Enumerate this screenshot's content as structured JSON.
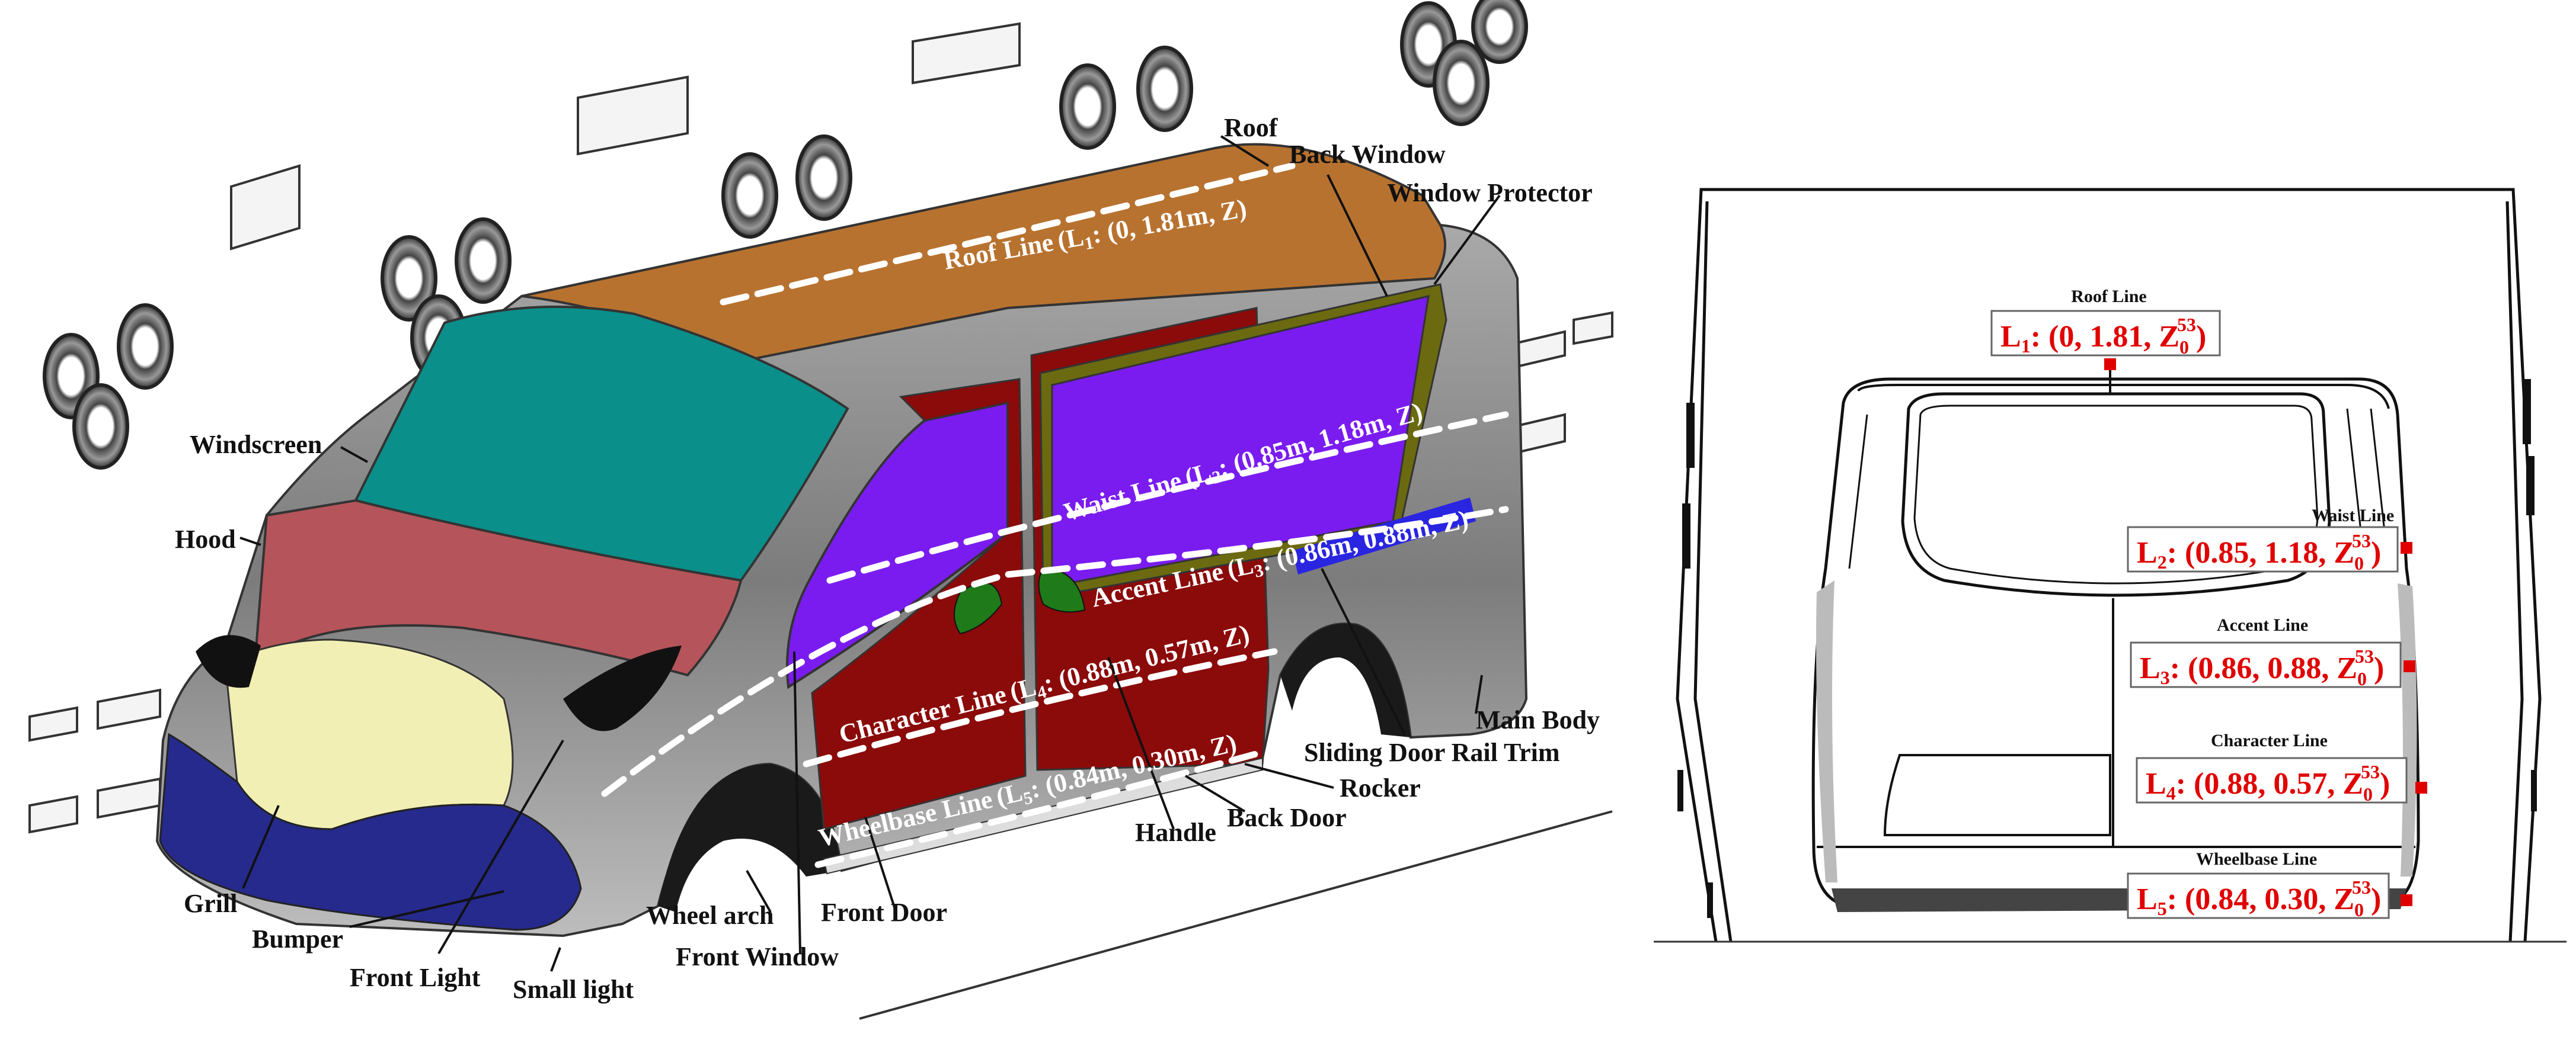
{
  "left_panel": {
    "part_labels": {
      "roof": "Roof",
      "back_window": "Back Window",
      "window_protector": "Window Protector",
      "windscreen": "Windscreen",
      "hood": "Hood",
      "main_body": "Main Body",
      "sliding_door_rail_trim": "Sliding Door Rail Trim",
      "rocker": "Rocker",
      "back_door": "Back Door",
      "handle": "Handle",
      "front_door": "Front Door",
      "wheel_arch": "Wheel arch",
      "front_window": "Front Window",
      "grill": "Grill",
      "bumper": "Bumper",
      "front_light": "Front Light",
      "small_light": "Small light"
    },
    "line_labels": {
      "roof": {
        "name": "Roof Line",
        "paren_open": "(",
        "l": "L",
        "sub": "1",
        "rest": ": (0, 1.81m, Z)"
      },
      "waist": {
        "name": "Waist Line",
        "paren_open": "(",
        "l": "L",
        "sub": "2",
        "rest": ": (0.85m, 1.18m, Z)"
      },
      "accent": {
        "name": "Accent Line",
        "paren_open": "(",
        "l": "L",
        "sub": "3",
        "rest": ": (0.86m, 0.88m, Z)"
      },
      "character": {
        "name": "Character Line",
        "paren_open": "(",
        "l": "L",
        "sub": "4",
        "rest": ": (0.88m, 0.57m, Z)"
      },
      "wheelbase": {
        "name": "Wheelbase Line",
        "paren_open": "(",
        "l": "L",
        "sub": "5",
        "rest": ": (0.84m, 0.30m, Z)"
      }
    },
    "colors": {
      "roof": "#b8722f",
      "windscreen": "#0a8f8a",
      "hood": "#b5545a",
      "window_purple": "#7a1cf0",
      "door_red": "#8b0a0a",
      "front_light": "#f2efb4",
      "bumper": "#262a8c",
      "handle_green": "#1f7a1a",
      "body_grey": "#8e8e8e",
      "protector": "#6b6a10"
    }
  },
  "right_panel": {
    "lines": [
      {
        "header": "Roof Line",
        "l": "L",
        "sub": "1",
        "body": ": (0, 1.81, Z",
        "zsub": "0",
        "zsup": "53",
        "close": ")"
      },
      {
        "header": "Waist Line",
        "l": "L",
        "sub": "2",
        "body": ": (0.85, 1.18, Z",
        "zsub": "0",
        "zsup": "53",
        "close": ")"
      },
      {
        "header": "Accent Line",
        "l": "L",
        "sub": "3",
        "body": ": (0.86, 0.88, Z",
        "zsub": "0",
        "zsup": "53",
        "close": ")"
      },
      {
        "header": "Character Line",
        "l": "L",
        "sub": "4",
        "body": ": (0.88, 0.57, Z",
        "zsub": "0",
        "zsup": "53",
        "close": ")"
      },
      {
        "header": "Wheelbase Line",
        "l": "L",
        "sub": "5",
        "body": ": (0.84, 0.30, Z",
        "zsub": "0",
        "zsup": "53",
        "close": ")"
      }
    ],
    "marker_color": "#e00000"
  }
}
